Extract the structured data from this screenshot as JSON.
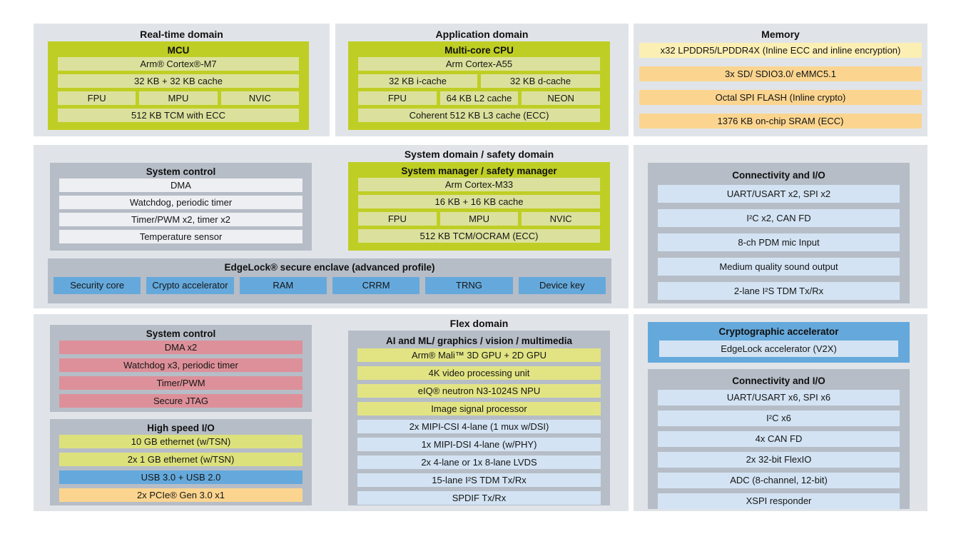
{
  "colors": {
    "olive": "#bfce24",
    "olive_light": "#dbe19c",
    "panel_gray": "#e0e4e8",
    "block_gray": "#b6bdc7",
    "row_gray": "#edeff2",
    "blue": "#65a9dc",
    "blue_light": "#d3e3f3",
    "pink": "#dd9099",
    "orange": "#fbd58f",
    "yellow_light": "#fcefb4",
    "green_flex": "#e2e483",
    "green_hsio": "#dde17c"
  },
  "domains": {
    "realtime": {
      "title": "Real-time domain",
      "mcu": {
        "header": "MCU",
        "r1": "Arm® Cortex®-M7",
        "r2": "32 KB + 32 KB cache",
        "r3": [
          "FPU",
          "MPU",
          "NVIC"
        ],
        "r4": "512 KB TCM with ECC"
      }
    },
    "application": {
      "title": "Application domain",
      "cpu": {
        "header": "Multi-core CPU",
        "r1": "Arm Cortex-A55",
        "r2": [
          "32 KB i-cache",
          "32 KB d-cache"
        ],
        "r3": [
          "FPU",
          "64 KB L2 cache",
          "NEON"
        ],
        "r4": "Coherent 512 KB L3 cache (ECC)"
      }
    },
    "memory": {
      "title": "Memory",
      "rows": [
        "x32 LPDDR5/LPDDR4X (Inline ECC and inline encryption)",
        "3x SD/ SDIO3.0/ eMMC5.1",
        "Octal SPI FLASH (Inline crypto)",
        "1376 KB on-chip SRAM (ECC)"
      ]
    },
    "system_safety": {
      "title": "System domain / safety domain",
      "control": {
        "header": "System control",
        "rows": [
          "DMA",
          "Watchdog, periodic timer",
          "Timer/PWM x2, timer x2",
          "Temperature sensor"
        ]
      },
      "manager": {
        "header": "System manager / safety manager",
        "r1": "Arm Cortex-M33",
        "r2": "16 KB + 16 KB cache",
        "r3": [
          "FPU",
          "MPU",
          "NVIC"
        ],
        "r4": "512 KB TCM/OCRAM (ECC)"
      },
      "edgelock": {
        "header": "EdgeLock® secure enclave (advanced profile)",
        "cells": [
          "Security core",
          "Crypto accelerator",
          "RAM",
          "CRRM",
          "TRNG",
          "Device key"
        ]
      }
    },
    "connectivity_mid": {
      "header": "Connectivity and I/O",
      "rows": [
        "UART/USART x2, SPI x2",
        "I²C x2, CAN FD",
        "8-ch PDM mic Input",
        "Medium quality sound output",
        "2-lane I²S TDM Tx/Rx"
      ]
    },
    "flex": {
      "title": "Flex domain",
      "control": {
        "header": "System control",
        "rows": [
          "DMA x2",
          "Watchdog x3, periodic timer",
          "Timer/PWM",
          "Secure JTAG"
        ]
      },
      "hsio": {
        "header": "High speed I/O",
        "rows": [
          "10 GB ethernet (w/TSN)",
          "2x 1 GB ethernet (w/TSN)",
          "USB 3.0 + USB 2.0",
          "2x PCIe® Gen 3.0 x1"
        ]
      },
      "aiml": {
        "header": "AI and ML/ graphics / vision / multimedia",
        "green_rows": [
          "Arm® Mali™ 3D GPU + 2D GPU",
          "4K video processing unit",
          "eIQ® neutron N3-1024S NPU",
          "Image signal processor"
        ],
        "blue_rows": [
          "2x MIPI-CSI 4-lane (1 mux w/DSI)",
          "1x MIPI-DSI 4-lane (w/PHY)",
          "2x 4-lane or 1x 8-lane LVDS",
          "15-lane I²S TDM Tx/Rx",
          "SPDIF Tx/Rx"
        ]
      }
    },
    "crypto": {
      "header": "Cryptographic accelerator",
      "row": "EdgeLock accelerator (V2X)"
    },
    "connectivity_bottom": {
      "header": "Connectivity and I/O",
      "rows": [
        "UART/USART x6, SPI x6",
        "I²C x6",
        "4x CAN FD",
        "2x 32-bit FlexIO",
        "ADC (8-channel, 12-bit)",
        "XSPI responder"
      ]
    }
  }
}
